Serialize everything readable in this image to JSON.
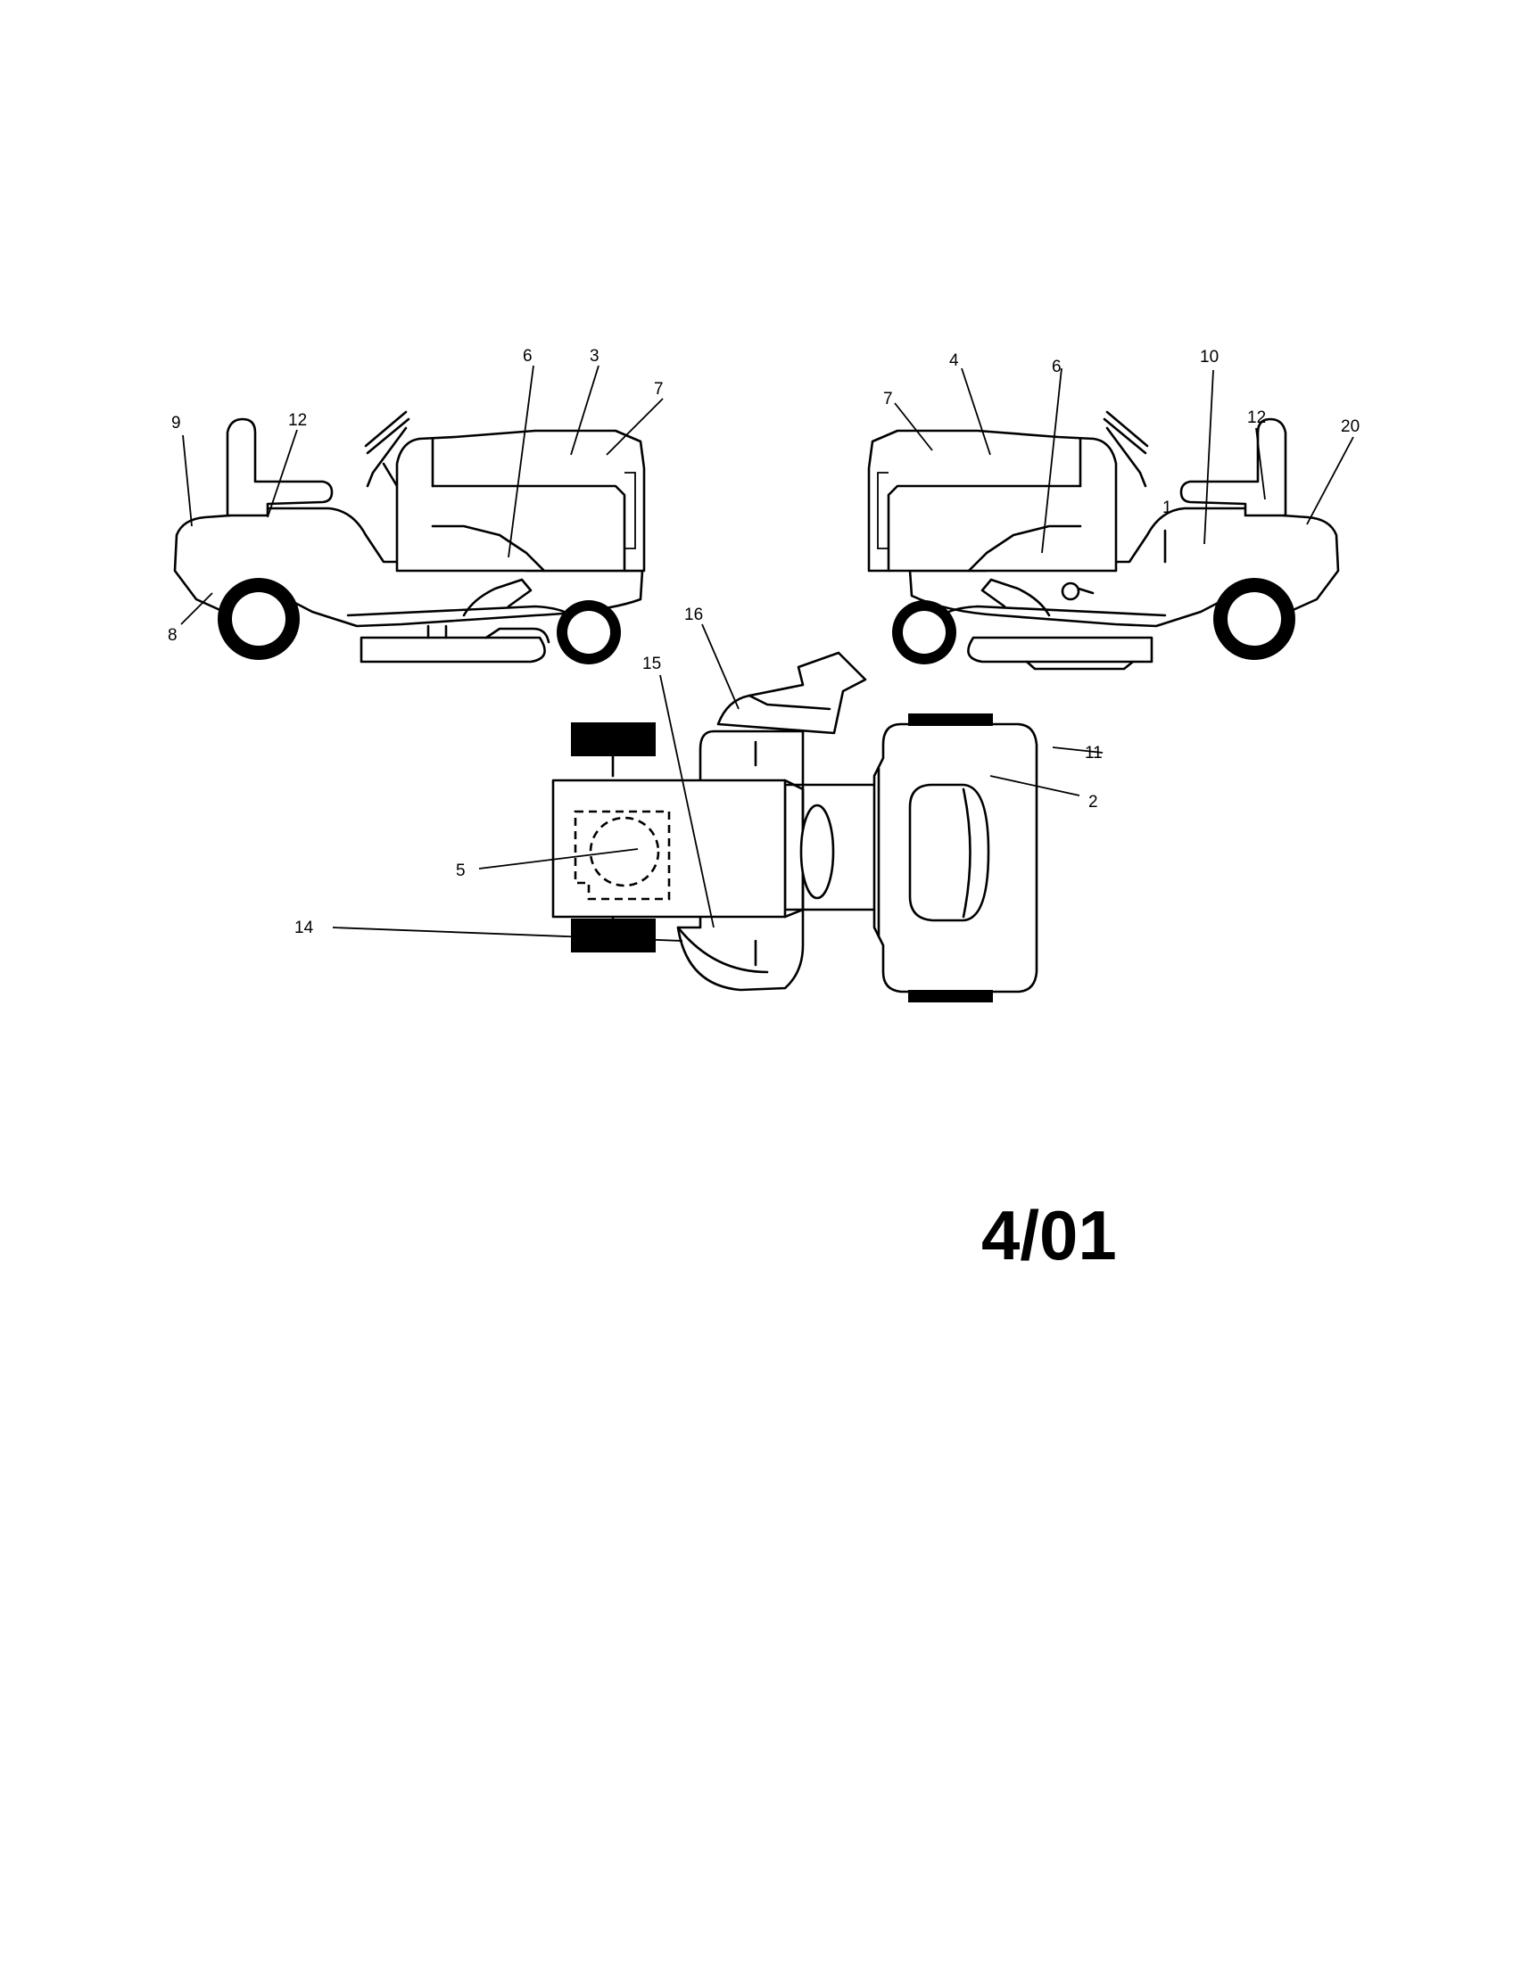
{
  "left_view": {
    "callouts": [
      "9",
      "12",
      "8",
      "6",
      "3",
      "7"
    ]
  },
  "right_view": {
    "callouts": [
      "7",
      "4",
      "6",
      "10",
      "1",
      "12",
      "20"
    ]
  },
  "top_view": {
    "callouts": [
      "16",
      "15",
      "11",
      "2",
      "5",
      "14"
    ]
  },
  "date_code": "4/01"
}
